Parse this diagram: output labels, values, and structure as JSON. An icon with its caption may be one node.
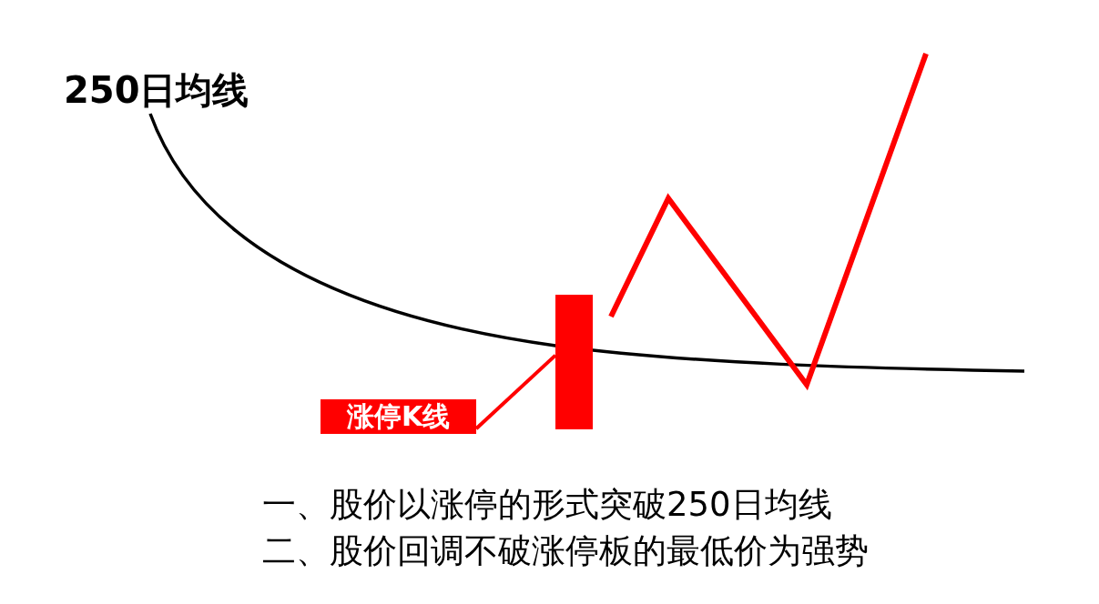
{
  "diagram": {
    "nodes": [
      {
        "text": [
          "涨停K线"
        ]
      },
      {
        "text": [],
        "shape": "bar"
      }
    ],
    "edges": [
      {
        "from": 0,
        "to": 1,
        "arrow": "none"
      }
    ],
    "labels": [
      "250日均线",
      "一、股价以涨停的形式突破250日均线",
      "二、股价回调不破涨停板的最低价为强势"
    ]
  }
}
